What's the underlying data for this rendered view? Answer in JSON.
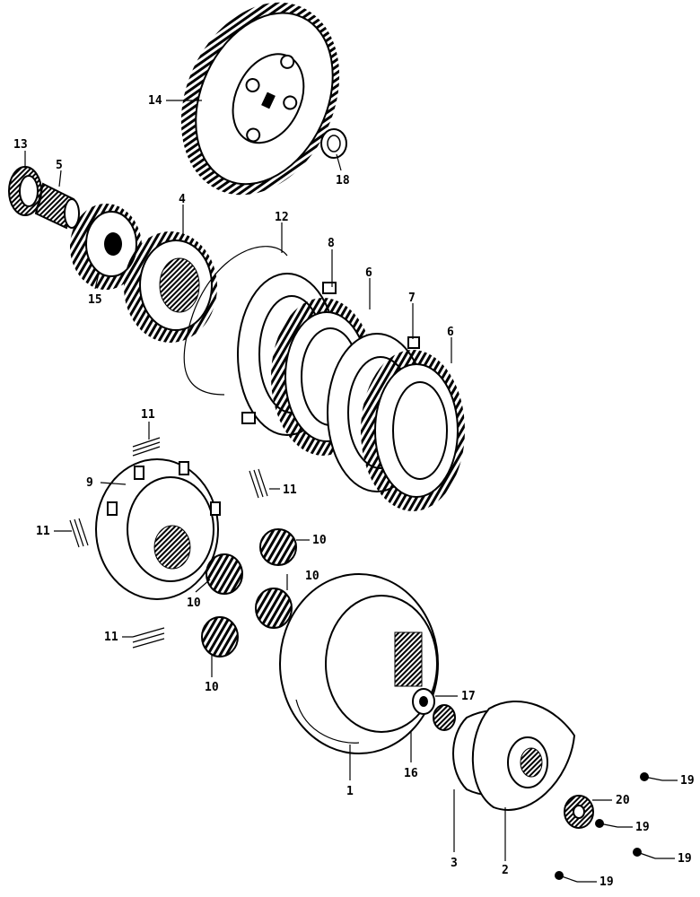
{
  "callouts": {
    "c1": "1",
    "c2": "2",
    "c3": "3",
    "c4": "4",
    "c5": "5",
    "c6a": "6",
    "c6b": "6",
    "c7": "7",
    "c8": "8",
    "c9": "9",
    "c10a": "10",
    "c10b": "10",
    "c10c": "10",
    "c10d": "10",
    "c11a": "11",
    "c11b": "11",
    "c11c": "11",
    "c11d": "11",
    "c12": "12",
    "c13": "13",
    "c14": "14",
    "c15": "15",
    "c16": "16",
    "c17": "17",
    "c18": "18",
    "c19a": "19",
    "c19b": "19",
    "c19c": "19",
    "c19d": "19",
    "c20": "20"
  }
}
